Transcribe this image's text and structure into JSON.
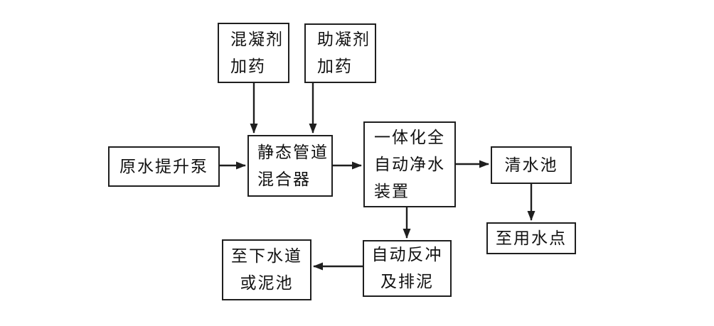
{
  "diagram": {
    "type": "flowchart",
    "nodes": {
      "coagulant_dosing": {
        "label": "混凝剂\n加药"
      },
      "coagulant_aid_dosing": {
        "label": "助凝剂\n加药"
      },
      "raw_water_pump": {
        "label": "原水提升泵"
      },
      "static_pipe_mixer": {
        "label": "静态管道\n混合器"
      },
      "integrated_purifier": {
        "label": "一体化全\n自动净水\n装置"
      },
      "clear_water_tank": {
        "label": "清水池"
      },
      "water_use_point": {
        "label": "至用水点"
      },
      "auto_backwash": {
        "label": "自动反冲\n及排泥"
      },
      "sewer_or_mud_pool": {
        "label": "至下水道\n或泥池"
      }
    },
    "edges": [
      {
        "from": "coagulant_dosing",
        "to": "static_pipe_mixer",
        "direction": "down"
      },
      {
        "from": "coagulant_aid_dosing",
        "to": "static_pipe_mixer",
        "direction": "down"
      },
      {
        "from": "raw_water_pump",
        "to": "static_pipe_mixer",
        "direction": "right"
      },
      {
        "from": "static_pipe_mixer",
        "to": "integrated_purifier",
        "direction": "right"
      },
      {
        "from": "integrated_purifier",
        "to": "clear_water_tank",
        "direction": "right"
      },
      {
        "from": "clear_water_tank",
        "to": "water_use_point",
        "direction": "down"
      },
      {
        "from": "integrated_purifier",
        "to": "auto_backwash",
        "direction": "down"
      },
      {
        "from": "auto_backwash",
        "to": "sewer_or_mud_pool",
        "direction": "left"
      }
    ],
    "colors": {
      "line": "#1f1f1f",
      "box_border": "#1f1f1f",
      "text": "#111111",
      "background": "#ffffff"
    }
  }
}
